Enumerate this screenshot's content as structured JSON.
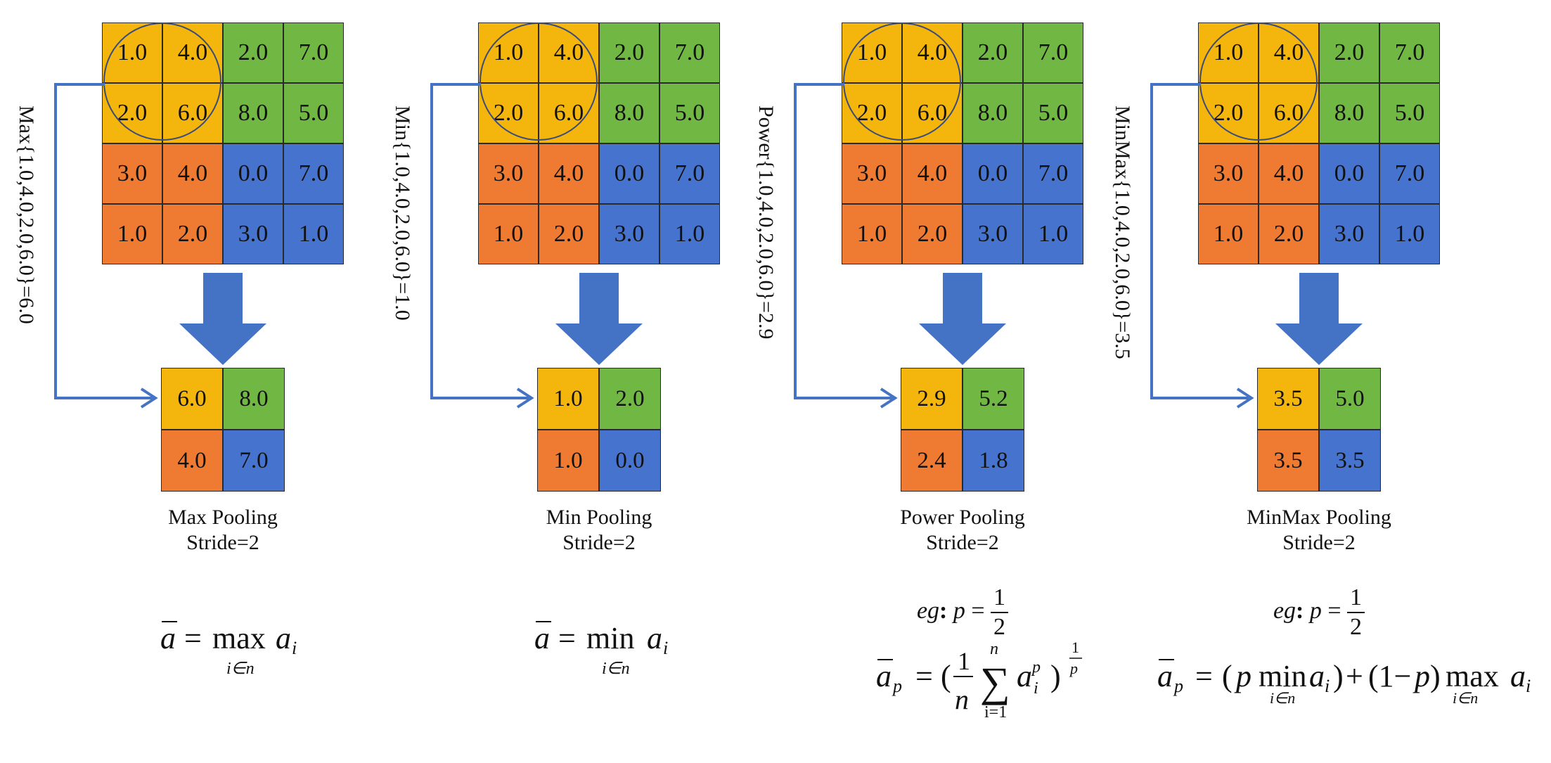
{
  "input_grid": [
    [
      "1.0",
      "4.0",
      "2.0",
      "7.0"
    ],
    [
      "2.0",
      "6.0",
      "8.0",
      "5.0"
    ],
    [
      "3.0",
      "4.0",
      "0.0",
      "7.0"
    ],
    [
      "1.0",
      "2.0",
      "3.0",
      "1.0"
    ]
  ],
  "colors": {
    "yellow": "#f4b60c",
    "green": "#70b843",
    "orange": "#ef7a31",
    "blue": "#4673cd",
    "arrow": "#4472c4"
  },
  "panels": [
    {
      "id": "max",
      "side_label": "Max{1.0,4.0,2.0,6.0}=6.0",
      "output_grid": [
        [
          "6.0",
          "8.0"
        ],
        [
          "4.0",
          "7.0"
        ]
      ],
      "caption_title": "Max Pooling",
      "caption_stride": "Stride=2"
    },
    {
      "id": "min",
      "side_label": "Min{1.0,4.0,2.0,6.0}=1.0",
      "output_grid": [
        [
          "1.0",
          "2.0"
        ],
        [
          "1.0",
          "0.0"
        ]
      ],
      "caption_title": "Min Pooling",
      "caption_stride": "Stride=2"
    },
    {
      "id": "power",
      "side_label": "Power{1.0,4.0,2.0,6.0}=2.9",
      "output_grid": [
        [
          "2.9",
          "5.2"
        ],
        [
          "2.4",
          "1.8"
        ]
      ],
      "caption_title": "Power Pooling",
      "caption_stride": "Stride=2",
      "eg_prefix": "eg",
      "eg_colon": ":",
      "eg_var": "p",
      "eg_equals": "=",
      "eg_num": "1",
      "eg_den": "2"
    },
    {
      "id": "minmax",
      "side_label": "MinMax{1.0,4.0,2.0,6.0}=3.5",
      "output_grid": [
        [
          "3.5",
          "5.0"
        ],
        [
          "3.5",
          "3.5"
        ]
      ],
      "caption_title": "MinMax Pooling",
      "caption_stride": "Stride=2",
      "eg_prefix": "eg",
      "eg_colon": ":",
      "eg_var": "p",
      "eg_equals": "=",
      "eg_num": "1",
      "eg_den": "2"
    }
  ],
  "formulas": {
    "max": {
      "lhs": "a",
      "op": "max",
      "var": "a",
      "sub": "i",
      "range": "i∈n",
      "eq": "="
    },
    "min": {
      "lhs": "a",
      "op": "min",
      "var": "a",
      "sub": "i",
      "range": "i∈n",
      "eq": "="
    },
    "power": {
      "lhs": "a",
      "lhs_sub": "p",
      "eq": "=",
      "open": "(",
      "num": "1",
      "den": "n",
      "sum": "∑",
      "sum_top": "n",
      "sum_bot": "i=1",
      "var": "a",
      "sub": "i",
      "sup": "p",
      "close": ")",
      "exp_num": "1",
      "exp_den": "p"
    },
    "minmax": {
      "lhs": "a",
      "lhs_sub": "p",
      "eq": "=",
      "open": "(",
      "p1": "p",
      "op1": "min",
      "range1": "i∈n",
      "var1": "a",
      "sub1": "i",
      "close1": ")",
      "plus": "+",
      "paren2": "(1−",
      "p2": "p",
      "close2": ")",
      "op2": "max",
      "range2": "i∈n",
      "var2": "a",
      "sub2": "i"
    }
  }
}
